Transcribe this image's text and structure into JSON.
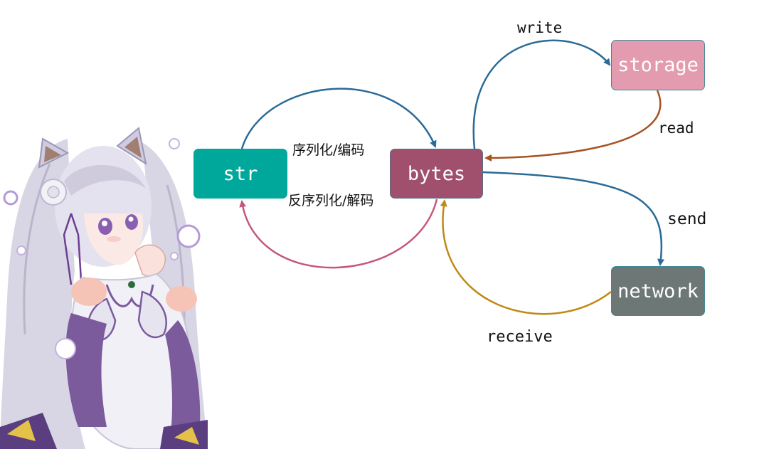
{
  "nodes": {
    "str": {
      "label": "str",
      "color": "#00a89c"
    },
    "bytes": {
      "label": "bytes",
      "color": "#a0506c"
    },
    "storage": {
      "label": "storage",
      "color": "#e39bb0"
    },
    "network": {
      "label": "network",
      "color": "#6d7775"
    }
  },
  "edges": {
    "str_to_bytes": {
      "label": "序列化/编码",
      "color": "#2a6b97"
    },
    "bytes_to_str": {
      "label": "反序列化/解码",
      "color": "#c4577f"
    },
    "write": {
      "label": "write",
      "color": "#2a6b97"
    },
    "read": {
      "label": "read",
      "color": "#a65322"
    },
    "send": {
      "label": "send",
      "color": "#2a6b97"
    },
    "receive": {
      "label": "receive",
      "color": "#bf8a14"
    }
  },
  "illustration": {
    "icon": "anime-girl-illustration"
  }
}
